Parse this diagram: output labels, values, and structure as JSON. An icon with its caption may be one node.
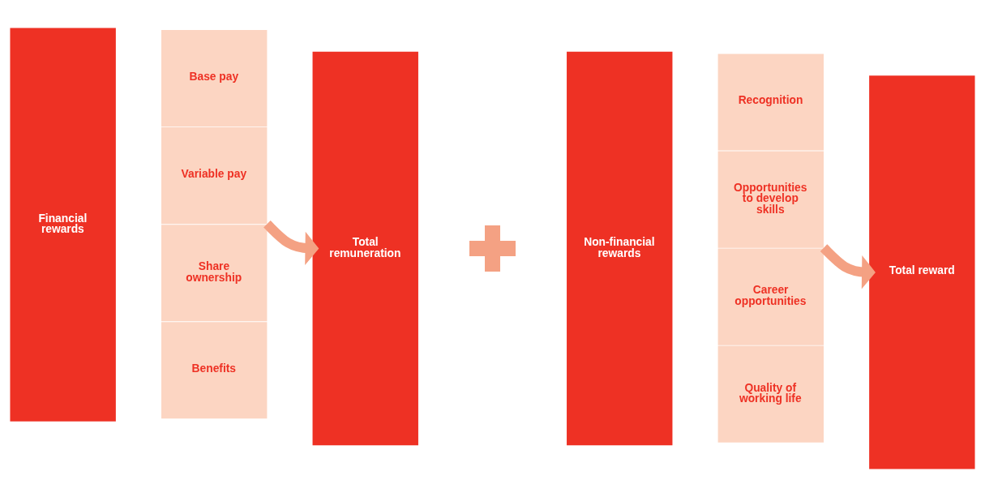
{
  "diagram": {
    "nodes": [
      {
        "text": [
          "Financial rewards"
        ]
      },
      {
        "text": [
          "Base pay"
        ]
      },
      {
        "text": [
          "Variable pay"
        ]
      },
      {
        "text": [
          "Share ownership"
        ]
      },
      {
        "text": [
          "Benefits"
        ]
      },
      {
        "text": [
          "Total remuneration"
        ]
      },
      {
        "text": [],
        "shape": "cross"
      },
      {
        "text": [
          "Non-financial rewards"
        ]
      },
      {
        "text": [
          "Recognition"
        ]
      },
      {
        "text": [
          "Opportunities to develop skills"
        ]
      },
      {
        "text": [
          "Career opportunities"
        ]
      },
      {
        "text": [
          "Quality of working life"
        ]
      },
      {
        "text": [
          "Total reward"
        ]
      }
    ],
    "edges": [
      {
        "from": 2,
        "to": 5,
        "arrow": "to"
      },
      {
        "from": 9,
        "to": 12,
        "arrow": "to"
      }
    ]
  }
}
